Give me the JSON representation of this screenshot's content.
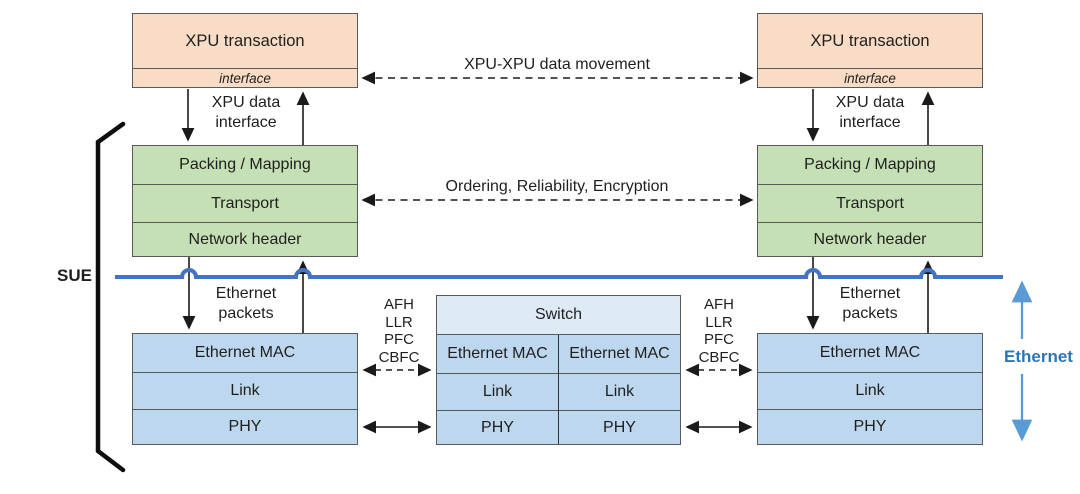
{
  "colors": {
    "peach": "#F8DCC5",
    "green": "#C5E0B4",
    "blue_row": "#BDD7EE",
    "switch_header": "#DEEAF6",
    "line_blue": "#4472C4",
    "ethernet_text": "#2E75B6",
    "arrow_blue": "#5B9BD5",
    "border": "#595959"
  },
  "xpu": {
    "title": "XPU transaction",
    "interface": "interface"
  },
  "sue_stack": {
    "rows": [
      "Packing / Mapping",
      "Transport",
      "Network header"
    ]
  },
  "eth_stack": {
    "rows": [
      "Ethernet MAC",
      "Link",
      "PHY"
    ]
  },
  "switch": {
    "title": "Switch",
    "rows": [
      "Ethernet MAC",
      "Link",
      "PHY"
    ]
  },
  "labels": {
    "xpu_xpu": "XPU-XPU data movement",
    "ordering": "Ordering, Reliability, Encryption",
    "xpu_data_interface": [
      "XPU data",
      "interface"
    ],
    "ethernet_packets": [
      "Ethernet",
      "packets"
    ],
    "flow_controls": [
      "AFH",
      "LLR",
      "PFC",
      "CBFC"
    ],
    "sue": "SUE",
    "ethernet": "Ethernet"
  }
}
